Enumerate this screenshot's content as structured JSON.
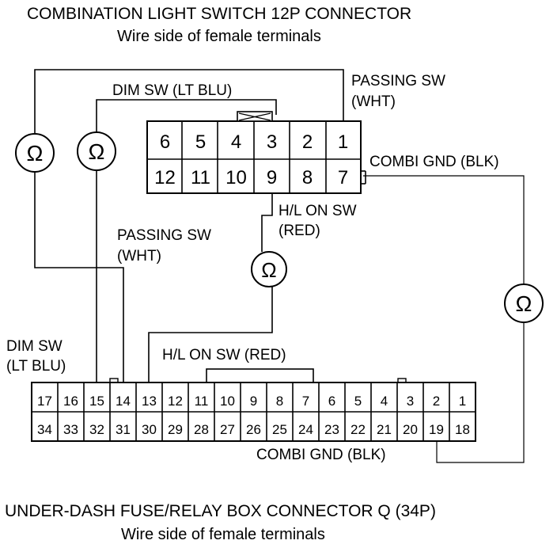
{
  "top_connector": {
    "title": "COMBINATION LIGHT SWITCH 12P CONNECTOR",
    "subtitle": "Wire side of female terminals",
    "row1": [
      "6",
      "5",
      "4",
      "3",
      "2",
      "1"
    ],
    "row2": [
      "12",
      "11",
      "10",
      "9",
      "8",
      "7"
    ]
  },
  "bottom_connector": {
    "title": "UNDER-DASH FUSE/RELAY BOX CONNECTOR Q (34P)",
    "subtitle": "Wire side of female terminals",
    "row1": [
      "17",
      "16",
      "15",
      "14",
      "13",
      "12",
      "11",
      "10",
      "9",
      "8",
      "7",
      "6",
      "5",
      "4",
      "3",
      "2",
      "1"
    ],
    "row2": [
      "34",
      "33",
      "32",
      "31",
      "30",
      "29",
      "28",
      "27",
      "26",
      "25",
      "24",
      "23",
      "22",
      "21",
      "20",
      "19",
      "18"
    ]
  },
  "labels": {
    "passing_top_1": "PASSING SW",
    "passing_top_2": "(WHT)",
    "dim_top": "DIM SW (LT BLU)",
    "combi_gnd_top": "COMBI GND (BLK)",
    "hl_top_1": "H/L ON SW",
    "hl_top_2": "(RED)",
    "passing_mid_1": "PASSING SW",
    "passing_mid_2": "(WHT)",
    "dim_left_1": "DIM SW",
    "dim_left_2": "(LT BLU)",
    "hl_bottom": "H/L ON SW (RED)",
    "combi_gnd_bottom": "COMBI GND (BLK)"
  },
  "ohm_symbol": "Ω"
}
